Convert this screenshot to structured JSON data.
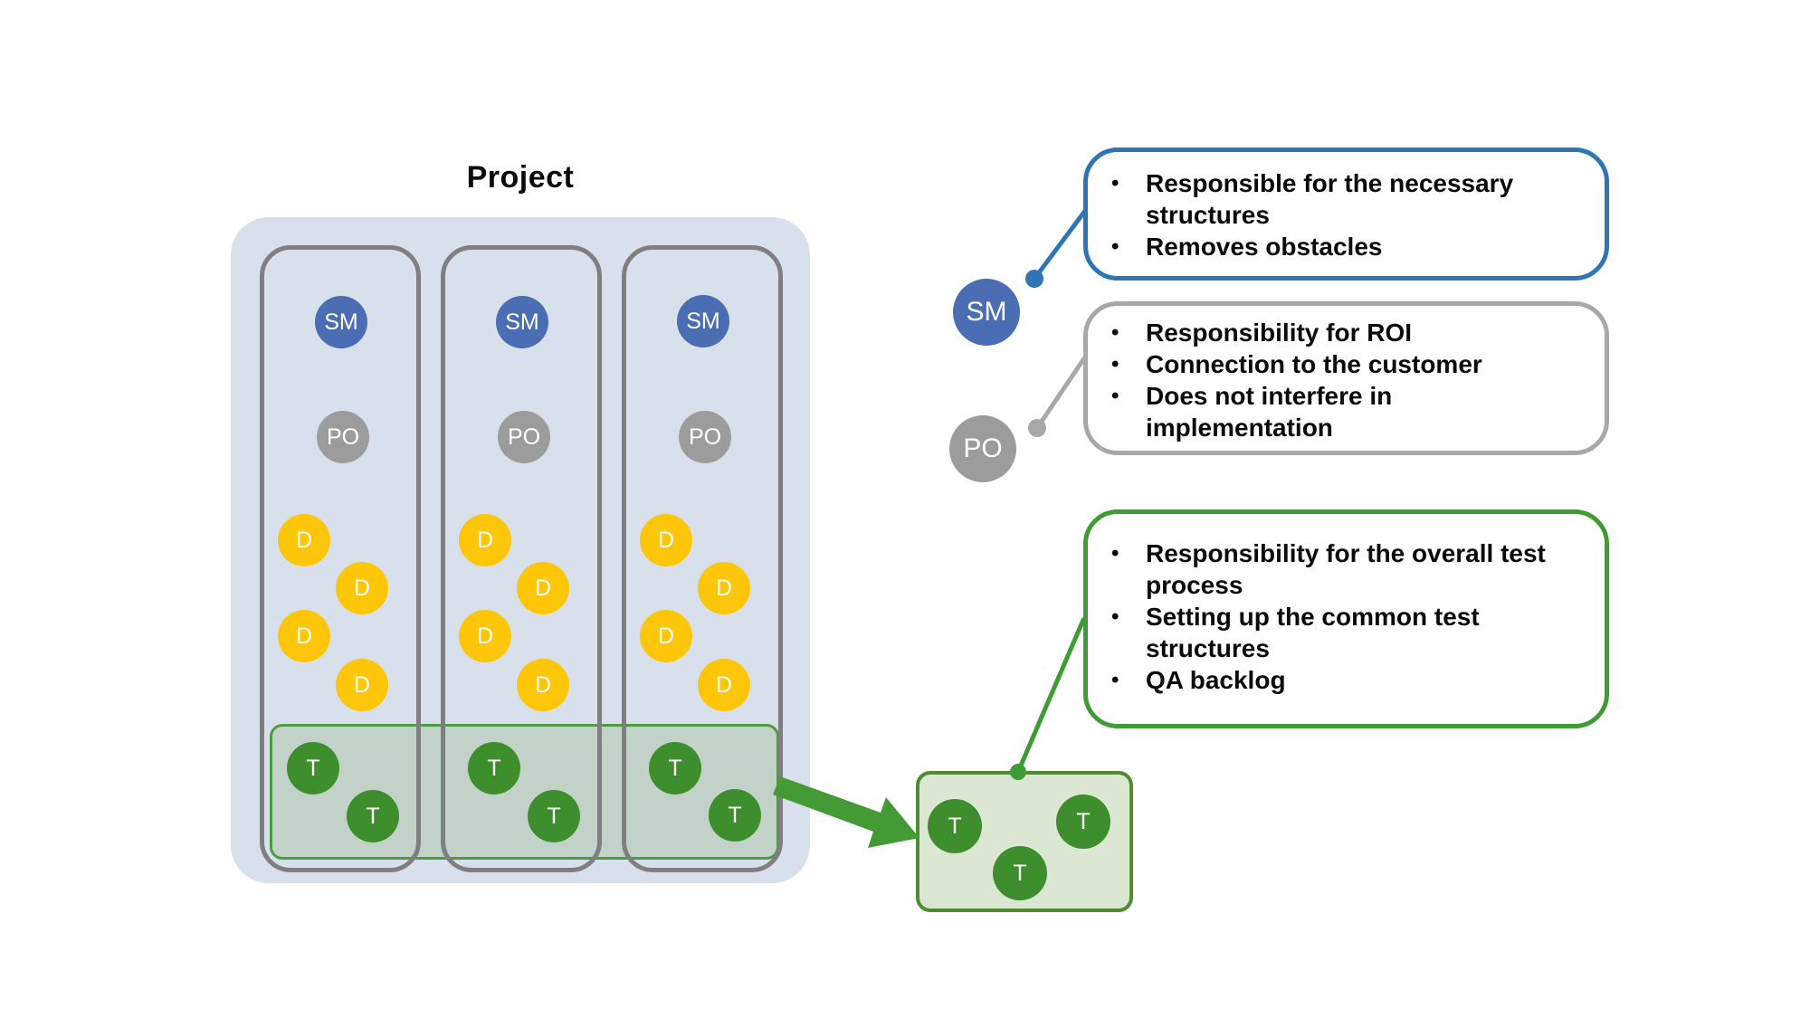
{
  "project": {
    "title": "Project"
  },
  "teams": [
    {
      "scrum_master": "SM",
      "product_owner": "PO",
      "developers": [
        "D",
        "D",
        "D",
        "D"
      ],
      "testers": [
        "T",
        "T"
      ]
    },
    {
      "scrum_master": "SM",
      "product_owner": "PO",
      "developers": [
        "D",
        "D",
        "D",
        "D"
      ],
      "testers": [
        "T",
        "T"
      ]
    },
    {
      "scrum_master": "SM",
      "product_owner": "PO",
      "developers": [
        "D",
        "D",
        "D",
        "D"
      ],
      "testers": [
        "T",
        "T"
      ]
    }
  ],
  "legend": {
    "scrum_master": "SM",
    "product_owner": "PO"
  },
  "callouts": {
    "scrum_master": {
      "bullets": [
        "Responsible for the necessary\nstructures",
        "Removes obstacles"
      ]
    },
    "product_owner": {
      "bullets": [
        "Responsibility for ROI",
        "Connection to the customer",
        "Does not interfere in\nimplementation"
      ]
    },
    "test_team": {
      "bullets": [
        "Responsibility for the overall test\nprocess",
        "Setting up the common test\nstructures",
        "QA backlog"
      ]
    }
  },
  "test_team_box": {
    "testers": [
      "T",
      "T",
      "T"
    ]
  },
  "colors": {
    "project_fill": "#d8e1eb",
    "team_border": "#7f7f7f",
    "scrum_master_fill": "#4a6db4",
    "product_owner_fill": "#9c9c9c",
    "developer_fill": "#fdc608",
    "tester_fill": "#3e8e2e",
    "test_band_fill": "#c3d2c9",
    "test_band_border": "#4f9b45",
    "test_box_fill": "#dbe7d2",
    "test_box_border": "#4e8c2f",
    "callout_sm_border": "#2e75b6",
    "callout_po_border": "#a8a8a8",
    "callout_test_border": "#3f9c35",
    "arrow_green": "#449b35"
  }
}
